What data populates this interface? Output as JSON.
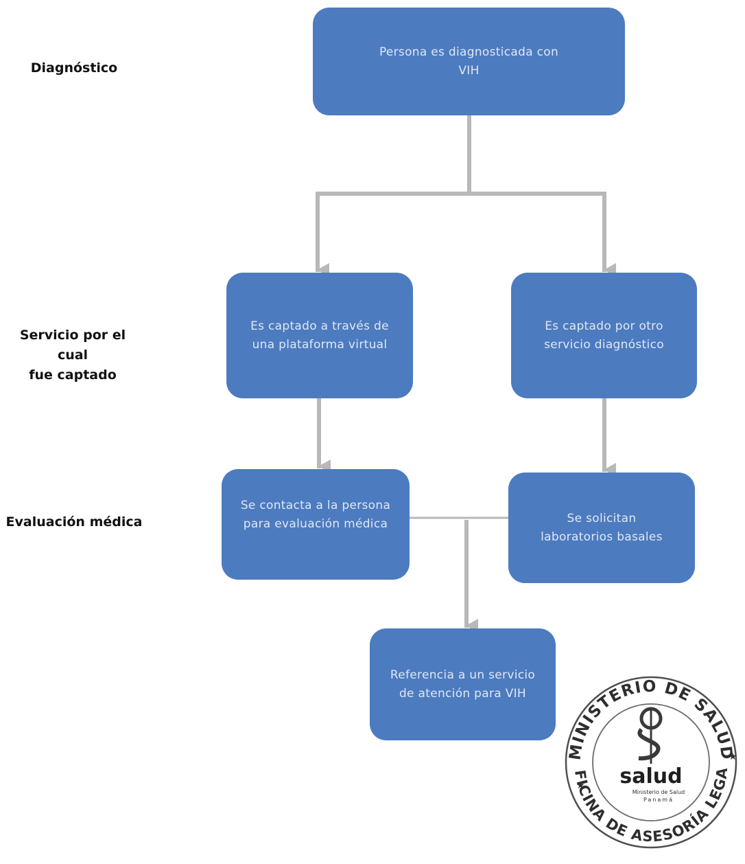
{
  "stages": {
    "diagnosis": "Diagnóstico",
    "capture": "Servicio por el cual\nfue captado",
    "evaluation": "Evaluación médica"
  },
  "nodes": {
    "diagnosed": "Persona es diagnosticada con\nVIH",
    "virtual_platform": "Es captado a través de\nuna plataforma virtual",
    "other_service": "Es captado por otro\nservicio diagnóstico",
    "contact_person": "Se contacta a la persona\npara evaluación médica",
    "basal_labs": "Se solicitan\nlaboratorios basales",
    "referral": "Referencia a un servicio\nde atención para VIH"
  },
  "seal": {
    "top_text": "MINISTERIO DE SALUD",
    "bottom_text": "OFICINA DE ASESORÍA LEGAL",
    "brand": "salud",
    "sub1": "Ministerio de Salud",
    "sub2": "Panamá"
  },
  "colors": {
    "node_fill": "#4d7bbf",
    "connector": "#b8b8b8"
  }
}
